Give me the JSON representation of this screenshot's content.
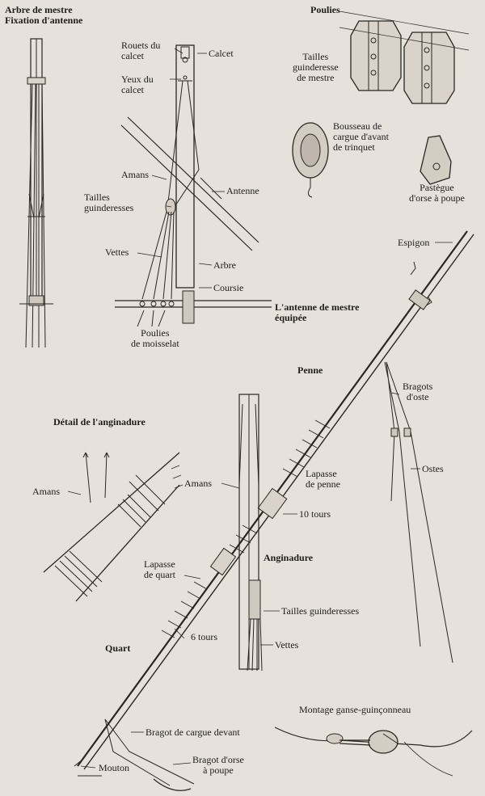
{
  "heading_mast": [
    "Arbre de mestre",
    "Fixation d'antenne"
  ],
  "heading_poulies": "Poulies",
  "heading_yard": [
    "L'antenne de mestre",
    "équipée"
  ],
  "heading_penne": "Penne",
  "heading_anginadure_detail": "Détail de l'anginadure",
  "heading_anginadure": "Anginadure",
  "heading_quart": "Quart",
  "mast_labels": {
    "rouets": [
      "Rouets du",
      "calcet"
    ],
    "calcet": "Calcet",
    "yeux": [
      "Yeux du",
      "calcet"
    ],
    "amans": "Amans",
    "antenne": "Antenne",
    "tailles": [
      "Tailles",
      "guinderesses"
    ],
    "vettes": "Vettes",
    "arbre": "Arbre",
    "coursie": "Coursie",
    "poulies_moisselat": [
      "Poulies",
      "de moisselat"
    ]
  },
  "block_labels": {
    "tailles_mestre": [
      "Tailles",
      "guinderesse",
      "de mestre"
    ],
    "bousseau": [
      "Bousseau de",
      "cargue d'avant",
      "de trinquet"
    ],
    "pastegue": [
      "Pastègue",
      "d'orse à poupe"
    ]
  },
  "yard_labels": {
    "espigon": "Espigon",
    "bragots_oste": [
      "Bragots",
      "d'oste"
    ],
    "ostes": "Ostes",
    "lapasse_penne": [
      "Lapasse",
      "de penne"
    ],
    "dix_tours": "10 tours",
    "amans": "Amans",
    "lapasse_quart": [
      "Lapasse",
      "de quart"
    ],
    "six_tours": "6 tours",
    "tailles_guinderesses": "Tailles guinderesses",
    "vettes": "Vettes",
    "bragot_cargue": "Bragot de cargue devant",
    "bragot_orse": [
      "Bragot d'orse",
      "à poupe"
    ],
    "mouton": "Mouton",
    "montage": "Montage ganse-guinçonneau"
  },
  "detail_labels": {
    "amans": "Amans"
  }
}
